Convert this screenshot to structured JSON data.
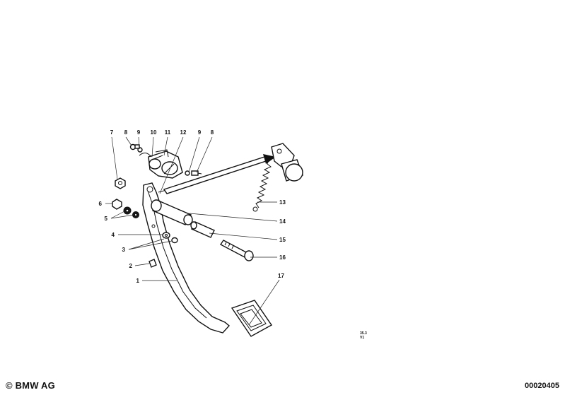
{
  "diagram": {
    "callouts": [
      "7",
      "8",
      "9",
      "10",
      "11",
      "12",
      "9",
      "8",
      "6",
      "5",
      "4",
      "3",
      "2",
      "1",
      "13",
      "14",
      "15",
      "16",
      "17"
    ],
    "page_ref": [
      "35.3",
      "V1"
    ]
  },
  "footer": {
    "copyright_symbol": "©",
    "brand": "BMW AG",
    "diagram_id": "00020405"
  }
}
